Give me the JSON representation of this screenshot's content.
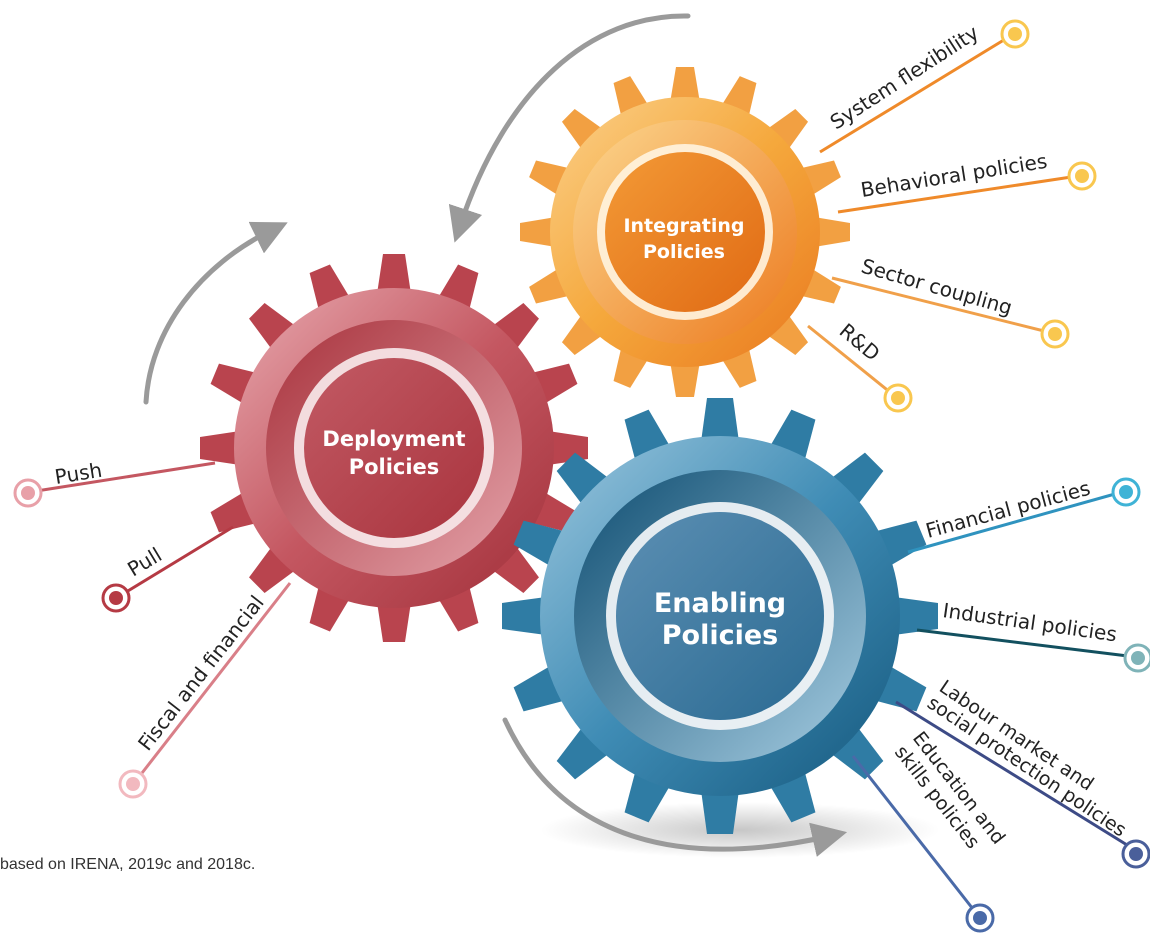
{
  "gears": {
    "integrating": {
      "line1": "Integrating",
      "line2": "Policies",
      "color": "#f0962c"
    },
    "deployment": {
      "line1": "Deployment",
      "line2": "Policies",
      "color": "#b53a44"
    },
    "enabling": {
      "line1": "Enabling",
      "line2": "Policies",
      "color": "#2f7ca4"
    }
  },
  "labels": {
    "system_flexibility": "System flexibility",
    "behavioral_policies": "Behavioral policies",
    "sector_coupling": "Sector coupling",
    "rnd": "R&D",
    "push": "Push",
    "pull": "Pull",
    "fiscal_financial": "Fiscal and financial",
    "financial_policies": "Financial policies",
    "industrial_policies": "Industrial policies",
    "labour_line1": "Labour market and",
    "labour_line2": "social protection policies",
    "education_line1": "Education and",
    "education_line2": "skills policies"
  },
  "source_note": "based on IRENA, 2019c and 2018c.",
  "colors": {
    "orange": "#f0962c",
    "red": "#b53a44",
    "blue": "#2f7ca4",
    "arrow_gray": "#9a9a9a",
    "marker_yellow": "#f9c74f",
    "marker_pink": "#e8a0a8",
    "marker_cyan": "#3fb3d6",
    "marker_teal": "#7fb3b8",
    "marker_navy": "#4a5f9a"
  }
}
